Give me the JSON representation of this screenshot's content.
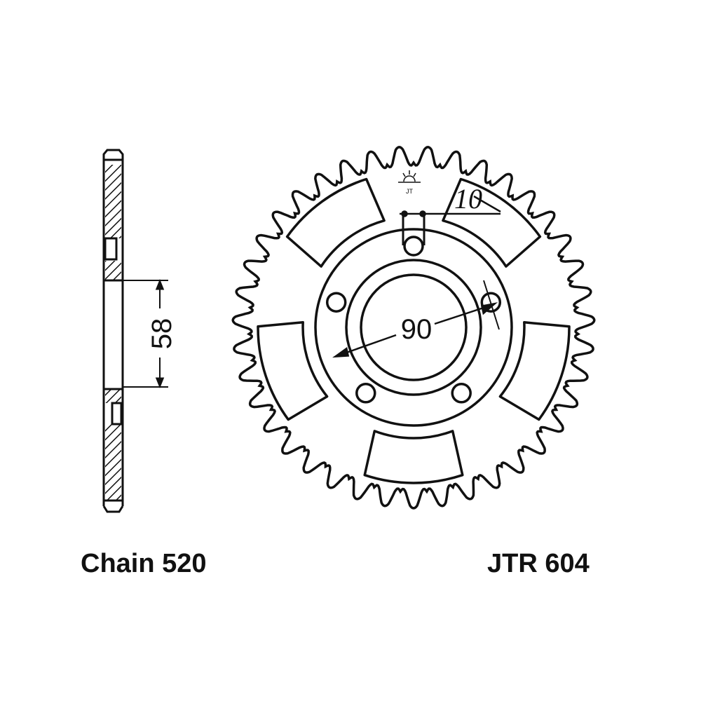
{
  "labels": {
    "chain": "Chain 520",
    "part_number": "JTR 604"
  },
  "dimensions": {
    "hub_width": "58",
    "bolt_circle": "90",
    "bolt_hole": "10"
  },
  "sprocket": {
    "teeth": 39,
    "bolt_holes": 5,
    "windows": 5
  },
  "colors": {
    "line": "#111111",
    "background": "#ffffff"
  }
}
